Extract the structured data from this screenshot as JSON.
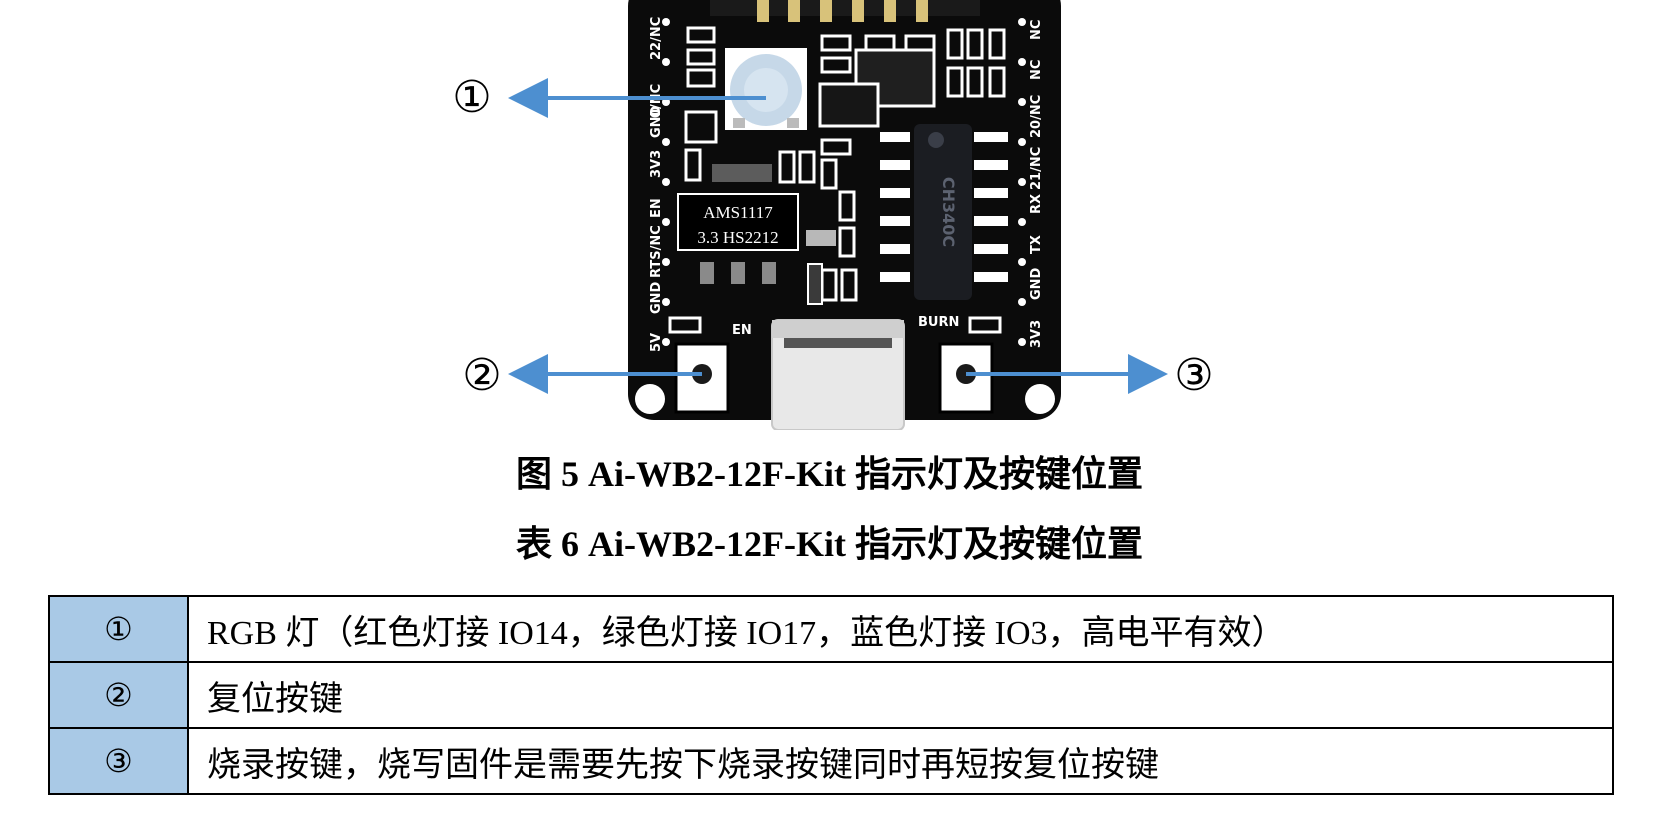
{
  "board": {
    "chip_label_line1": "AMS1117",
    "chip_label_line2": "3.3  HS2212",
    "left_pins": [
      "22/NC",
      "0/NC",
      "GND",
      "3V3",
      "EN",
      "RTS/NC",
      "GND",
      "5V"
    ],
    "right_pins": [
      "NC",
      "NC",
      "20/NC",
      "21/NC",
      "RX",
      "TX",
      "GND",
      "3V3"
    ],
    "ic_text": "CH340C",
    "en_label": "EN",
    "burn_label": "BURN"
  },
  "callouts": [
    "①",
    "②",
    "③"
  ],
  "figure_caption": "图 5 Ai-WB2-12F-Kit 指示灯及按键位置",
  "table_caption": "表 6 Ai-WB2-12F-Kit 指示灯及按键位置",
  "table": {
    "rows": [
      {
        "num": "①",
        "desc": "RGB 灯（红色灯接 IO14，绿色灯接 IO17，蓝色灯接 IO3，高电平有效）"
      },
      {
        "num": "②",
        "desc": "复位按键"
      },
      {
        "num": "③",
        "desc": "烧录按键，烧写固件是需要先按下烧录按键同时再短按复位按键"
      }
    ]
  },
  "colors": {
    "arrow": "#4d8fd0",
    "board": "#0b0b0b",
    "table_number_cell": "#a9c9e6"
  }
}
